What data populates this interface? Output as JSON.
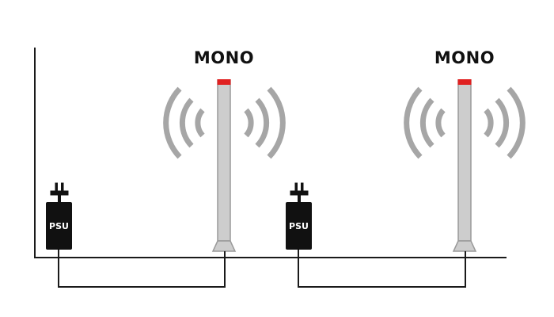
{
  "devices": [
    {
      "label": "MONO",
      "psu_label": "PSU"
    },
    {
      "label": "MONO",
      "psu_label": "PSU"
    }
  ],
  "colors": {
    "line": "#1a1a1a",
    "pole_fill": "#cdcdcd",
    "pole_stroke": "#9a9a9a",
    "pole_cap": "#e02020",
    "signal_waves": "#a6a6a6",
    "psu_body": "#111111"
  },
  "icons": {
    "psu_plug": "plug-icon",
    "signal": "wireless-signal-icon"
  }
}
